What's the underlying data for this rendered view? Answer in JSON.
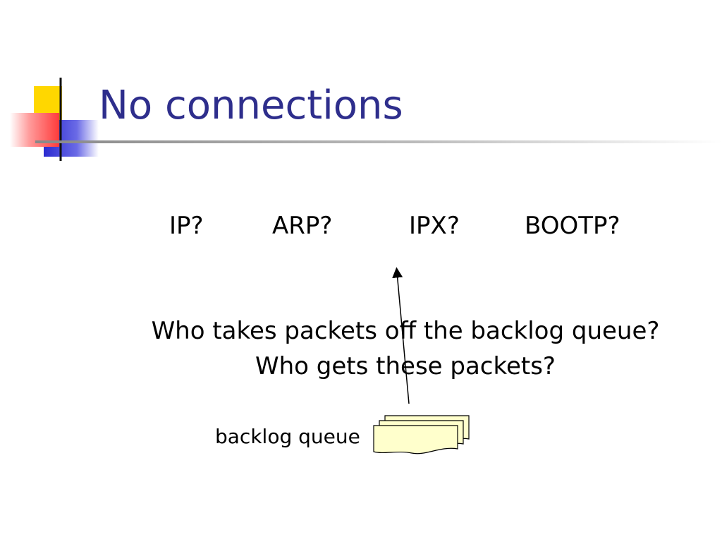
{
  "slide": {
    "title": "No connections",
    "protocols": [
      "IP?",
      "ARP?",
      "IPX?",
      "BOOTP?"
    ],
    "questions": [
      "Who takes packets off the backlog queue?",
      "Who gets these packets?"
    ],
    "queue_label": "backlog queue"
  },
  "colors": {
    "title": "#2e2e8c",
    "deco_yellow": "#ffd700",
    "deco_blue": "#2a2ad0",
    "deco_red": "#ff4444",
    "packet_fill": "#ffffcc"
  }
}
